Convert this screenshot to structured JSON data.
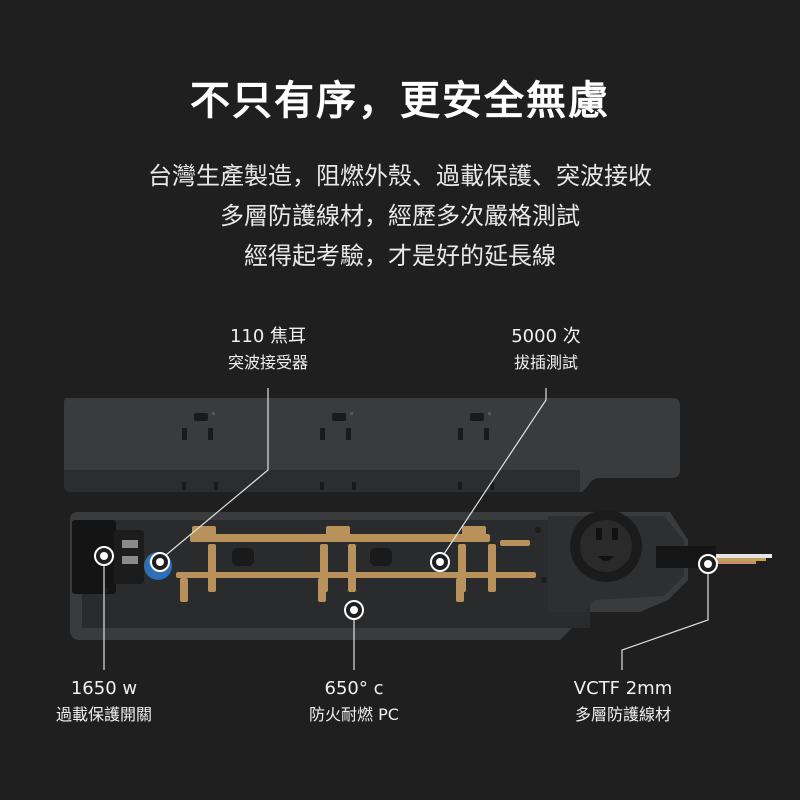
{
  "title": "不只有序，更安全無慮",
  "subtitle_lines": [
    "台灣生產製造，阻燃外殼、過載保護、突波接收",
    "多層防護線材，經歷多次嚴格測試",
    "經得起考驗，才是好的延長線"
  ],
  "callouts": {
    "surge": {
      "line1": "110 焦耳",
      "line2": "突波接受器"
    },
    "plug_test": {
      "line1": "5000 次",
      "line2": "拔插測試"
    },
    "overload": {
      "line1": "1650 w",
      "line2": "過載保護開關"
    },
    "fire": {
      "line1": "650° c",
      "line2": "防火耐燃 PC"
    },
    "cable": {
      "line1": "VCTF 2mm",
      "line2": "多層防護線材"
    }
  },
  "colors": {
    "background": "#1f1f1f",
    "housing": "#3a3b3d",
    "brass": "#b8925a",
    "surge_blue": "#2f6fb5"
  }
}
